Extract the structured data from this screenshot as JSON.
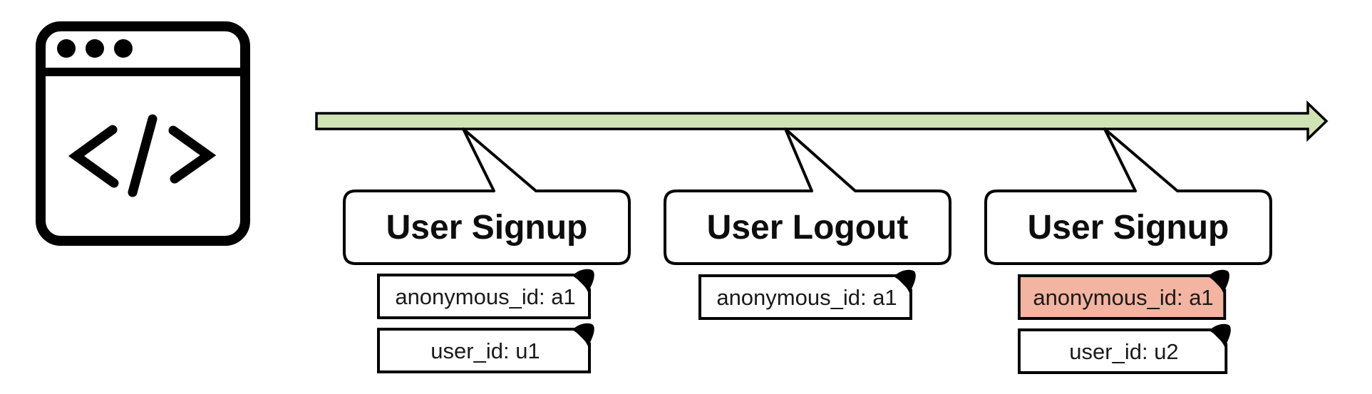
{
  "diagram": {
    "description": "Identity timeline diagram: website events emitted over time",
    "colors": {
      "timeline_fill": "#cfe3b4",
      "highlight_fill": "#f3b4a2",
      "box_fill": "#ffffff",
      "outline": "#000000"
    },
    "icon": {
      "name": "browser-code-icon",
      "glyph": "</>"
    },
    "timeline": {
      "direction": "right"
    },
    "events": [
      {
        "title": "User Signup",
        "tags": [
          {
            "text": "anonymous_id: a1",
            "highlight": false
          },
          {
            "text": "user_id: u1",
            "highlight": false
          }
        ]
      },
      {
        "title": "User Logout",
        "tags": [
          {
            "text": "anonymous_id: a1",
            "highlight": false
          }
        ]
      },
      {
        "title": "User Signup",
        "tags": [
          {
            "text": "anonymous_id: a1",
            "highlight": true
          },
          {
            "text": "user_id: u2",
            "highlight": false
          }
        ]
      }
    ]
  }
}
